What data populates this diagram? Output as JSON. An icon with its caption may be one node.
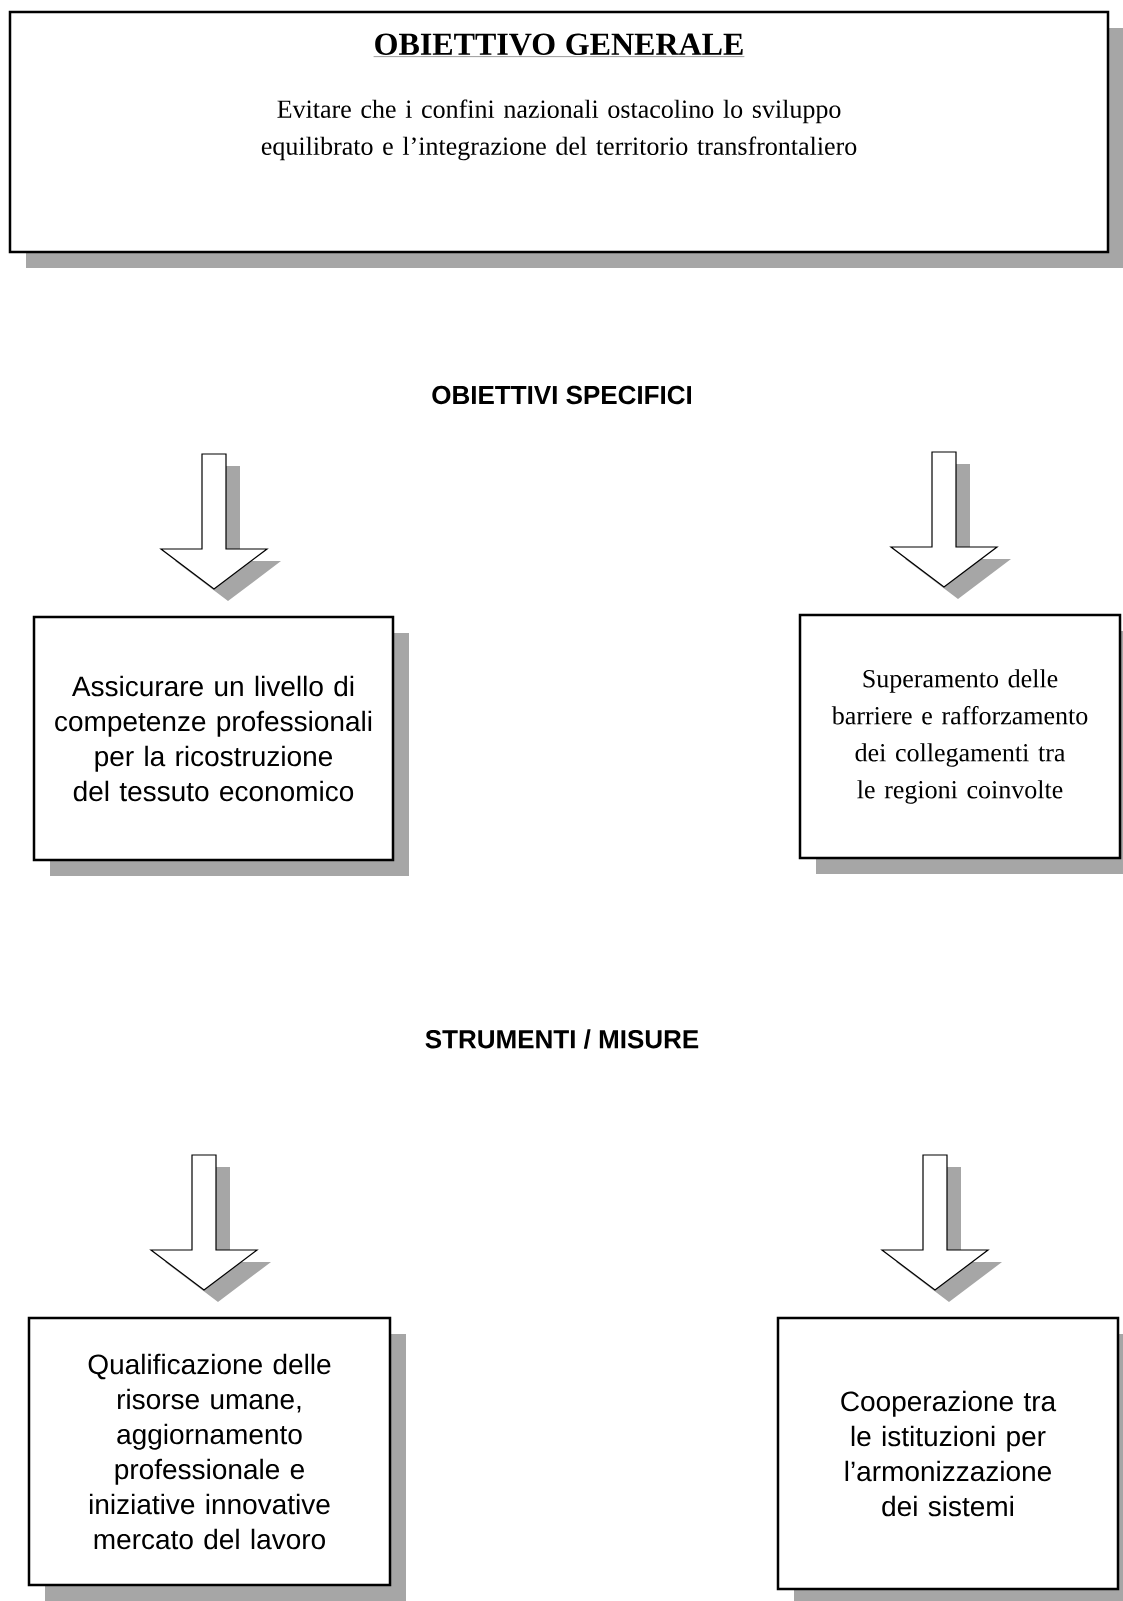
{
  "diagram": {
    "nodes": [
      {
        "text": [
          "OBIETTIVO GENERALE",
          "Evitare che i confini nazionali ostacolino lo sviluppo equilibrato e l’integrazione del territorio transfrontaliero"
        ]
      },
      {
        "text": [
          "Assicurare un livello di competenze professionali per la ricostruzione del tessuto economico"
        ]
      },
      {
        "text": [
          "Superamento delle barriere e rafforzamento dei collegamenti tra le regioni coinvolte"
        ]
      },
      {
        "text": [
          "Qualificazione delle risorse umane, aggiornamento professionale e iniziative innovative mercato del lavoro"
        ]
      },
      {
        "text": [
          "Cooperazione tra le istituzioni per l’armonizzazione dei sistemi"
        ]
      }
    ],
    "edges": [
      {
        "from": null,
        "to": 1,
        "arrow": "to"
      },
      {
        "from": null,
        "to": 2,
        "arrow": "to"
      },
      {
        "from": null,
        "to": 3,
        "arrow": "to"
      },
      {
        "from": null,
        "to": 4,
        "arrow": "to"
      }
    ],
    "labels": [
      "OBIETTIVI SPECIFICI",
      "STRUMENTI / MISURE"
    ]
  }
}
